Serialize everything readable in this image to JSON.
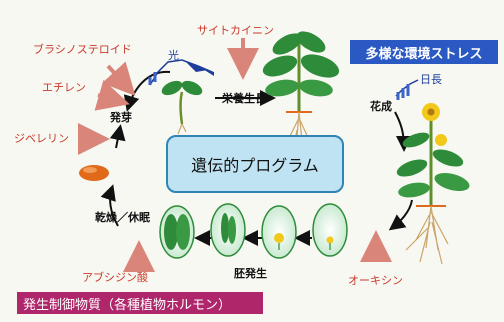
{
  "hormones": {
    "brassinosteroid": "ブラシノステロイド",
    "ethylene": "エチレン",
    "gibberellin": "ジベレリン",
    "cytokinin": "サイトカイニン",
    "abscisic_acid": "アブシジン酸",
    "auxin": "オーキシン"
  },
  "stages": {
    "germination": "発芽",
    "vegetative_growth": "栄養生長",
    "flowering": "花成",
    "embryogenesis": "胚発生",
    "dormancy": "乾燥／休眠"
  },
  "signals": {
    "light": "光",
    "long_day": "日長"
  },
  "center_box": "遺伝的プログラム",
  "stress_box": "多様な環境ストレス",
  "footer": "発生制御物質（各種植物ホルモン）",
  "colors": {
    "hormone_text": "#c83a2a",
    "signal_text": "#1e3d9c",
    "program_box_fill": "#bfe3f2",
    "stress_box_fill": "#2b59c3",
    "footer_fill": "#b0266b",
    "leaf_green": "#2e8b3a",
    "seed_orange": "#e06a1a",
    "flower_yellow": "#f2c81b"
  }
}
